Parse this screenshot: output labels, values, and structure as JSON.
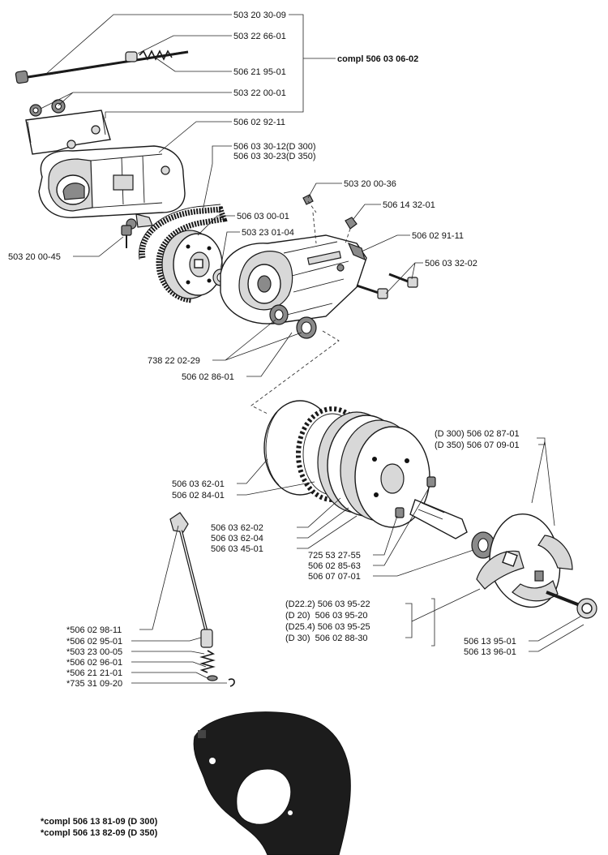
{
  "diagram": {
    "top_group": {
      "labels": [
        "503 20 30-09",
        "503 22 66-01",
        "506 21 95-01",
        "503 22 00-01"
      ],
      "compl": "compl 506 03 06-02"
    },
    "upper_assembly": {
      "cover_label": "506 02 92-11",
      "belt_labels": [
        "506 03 30-12(D 300)",
        "506 03 30-23(D 350)"
      ],
      "screw_36": "503 20 00-36",
      "screw_top": "506 14 32-01",
      "hub_label": "506 03 00-01",
      "washer_label": "503 23 01-04",
      "housing_label": "506 02 91-11",
      "left_screw": "503 20 00-45",
      "bolts_label": "506 03 32-02",
      "bearing_label": "738 22 02-29",
      "seal_label": "506 02 86-01"
    },
    "pulley_assembly": {
      "disc_labels": [
        "506 03 62-01",
        "506 02 84-01"
      ],
      "pulley_labels": [
        "506 03 62-02",
        "506 03 62-04",
        "506 03 45-01"
      ],
      "shaft_labels": [
        "725 53 27-55",
        "506 02 85-63",
        "506 07 07-01"
      ],
      "blade_labels": [
        "(D 300) 506 02 87-01",
        "(D 350) 506 07 09-01"
      ],
      "variants": [
        "(D22.2) 506 03 95-22",
        "(D 20)  506 03 95-20",
        "(D25.4) 506 03 95-25",
        "(D 30)  506 02 88-30"
      ],
      "bolt_labels": [
        "506 13 95-01",
        "506 13 96-01"
      ]
    },
    "spindle": {
      "labels": [
        "*506 02 98-11",
        "*506 02 95-01",
        "*503 23 00-05",
        "*506 02 96-01",
        "*506 21 21-01",
        "*735 31 09-20"
      ]
    },
    "guard": {
      "compl_lines": [
        "*compl 506 13 81-09 (D 300)",
        "*compl 506 13 82-09 (D 350)"
      ]
    }
  }
}
